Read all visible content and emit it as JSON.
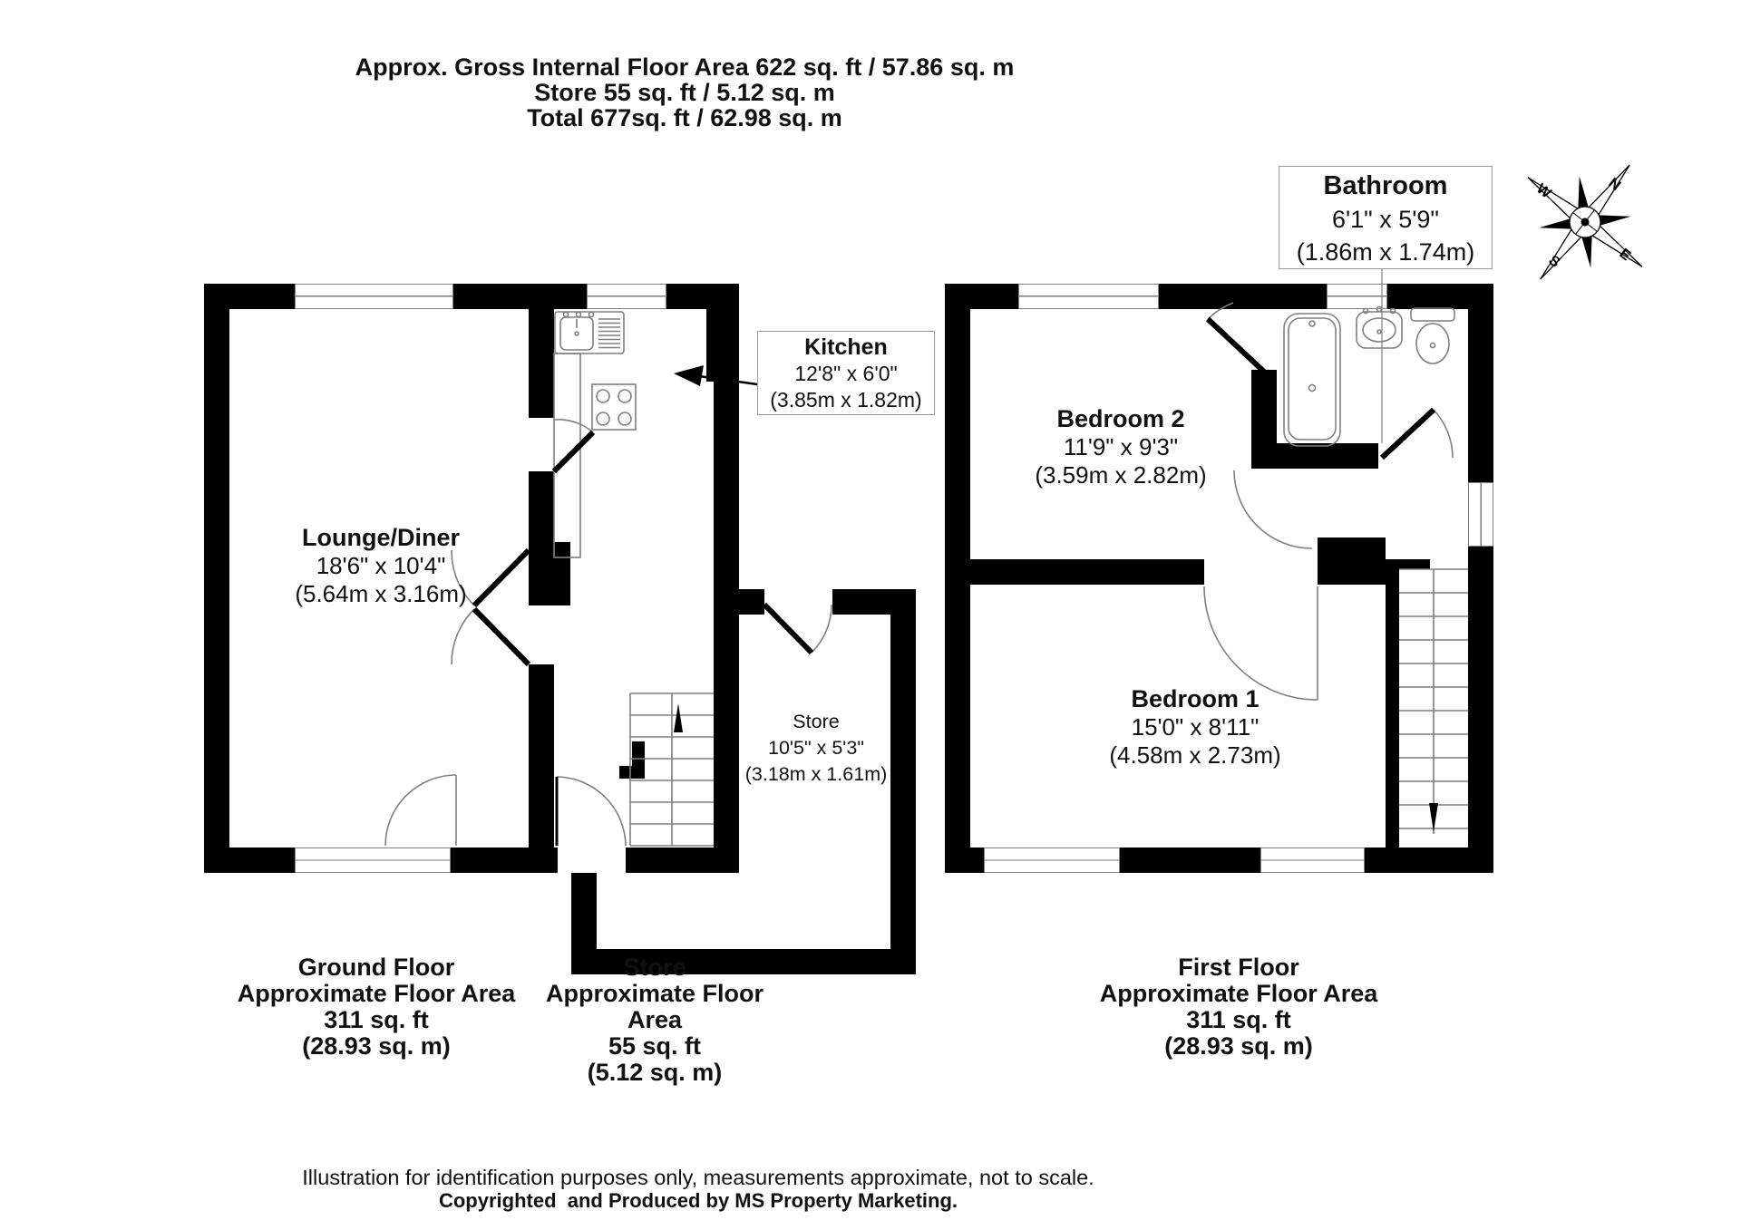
{
  "header": {
    "line1": "Approx. Gross Internal Floor Area 622 sq. ft / 57.86 sq. m",
    "line2": "Store 55 sq. ft / 5.12 sq. m",
    "line3": "Total 677sq. ft / 62.98 sq. m"
  },
  "rooms": {
    "lounge": {
      "name": "Lounge/Diner",
      "imperial": "18'6\" x 10'4\"",
      "metric": "(5.64m x 3.16m)"
    },
    "kitchen": {
      "name": "Kitchen",
      "imperial": "12'8\" x 6'0\"",
      "metric": "(3.85m x 1.82m)"
    },
    "bathroom": {
      "name": "Bathroom",
      "imperial": "6'1\" x 5'9\"",
      "metric": "(1.86m x 1.74m)"
    },
    "store": {
      "name": "Store",
      "imperial": "10'5\" x 5'3\"",
      "metric": "(3.18m x 1.61m)"
    },
    "bedroom2": {
      "name": "Bedroom 2",
      "imperial": "11'9\" x 9'3\"",
      "metric": "(3.59m x 2.82m)"
    },
    "bedroom1": {
      "name": "Bedroom 1",
      "imperial": "15'0\" x 8'11\"",
      "metric": "(4.58m x 2.73m)"
    }
  },
  "captions": {
    "ground": {
      "title": "Ground Floor",
      "subtitle": "Approximate Floor Area",
      "area_ft": "311 sq. ft",
      "area_m": "(28.93 sq. m)"
    },
    "store": {
      "title": "Store",
      "subtitle": "Approximate Floor Area",
      "area_ft": "55 sq. ft",
      "area_m": "(5.12 sq. m)"
    },
    "first": {
      "title": "First Floor",
      "subtitle": "Approximate Floor Area",
      "area_ft": "311 sq. ft",
      "area_m": "(28.93 sq. m)"
    }
  },
  "compass": {
    "n": "N",
    "e": "E",
    "s": "S",
    "w": "W"
  },
  "footer": {
    "line1": "Illustration for identification purposes only, measurements approximate, not to scale.",
    "line2": "Copyrighted  and Produced by MS Property Marketing."
  },
  "colors": {
    "wall": "#000000",
    "line": "#7f7f7f",
    "background": "#ffffff"
  }
}
